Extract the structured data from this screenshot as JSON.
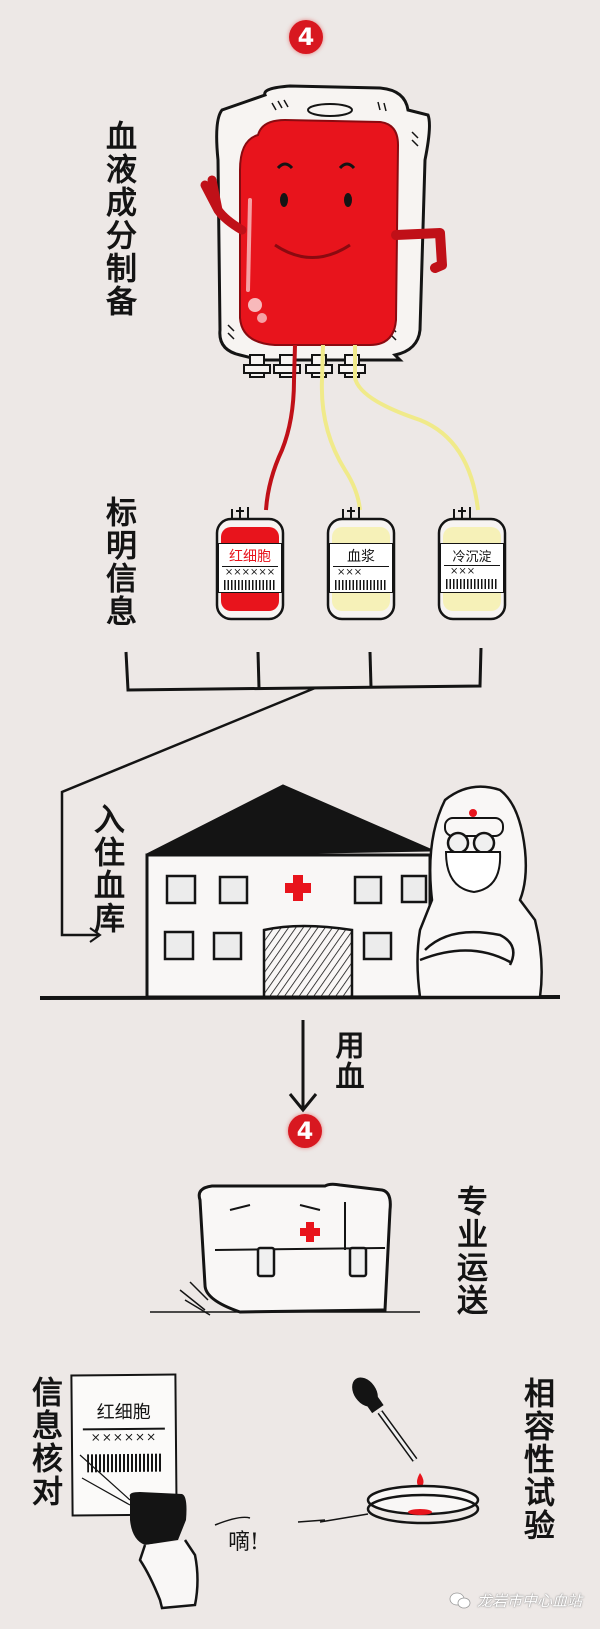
{
  "theme": {
    "background": "#ede8e6",
    "blood_red": "#e8141c",
    "dark_red": "#b51218",
    "plasma_yellow": "#f6f1b8",
    "ink": "#141414",
    "badge_red": "#d81820"
  },
  "step_badge_top": {
    "number": "4"
  },
  "step_badge_middle": {
    "number": "4"
  },
  "sections": {
    "component_prep": {
      "label": "血液成分制备"
    },
    "labeling": {
      "label": "标明信息",
      "bags": [
        {
          "name": "红细胞",
          "code": "××××××",
          "color": "#e8141c"
        },
        {
          "name": "血浆",
          "code": "×××",
          "color": "#f6f1b8"
        },
        {
          "name": "冷沉淀",
          "code": "×××",
          "color": "#f6f1b8"
        }
      ]
    },
    "storage": {
      "label": "入住血库"
    },
    "use_blood": {
      "label": "用血"
    },
    "transport": {
      "label": "专业运送"
    },
    "verify": {
      "label": "信息核对",
      "sheet_title": "红细胞",
      "sheet_code": "××××××",
      "beep": "嘀!"
    },
    "compatibility": {
      "label": "相容性试验"
    }
  },
  "watermark": {
    "icon": "wechat-icon",
    "text": "龙岩市中心血站"
  }
}
